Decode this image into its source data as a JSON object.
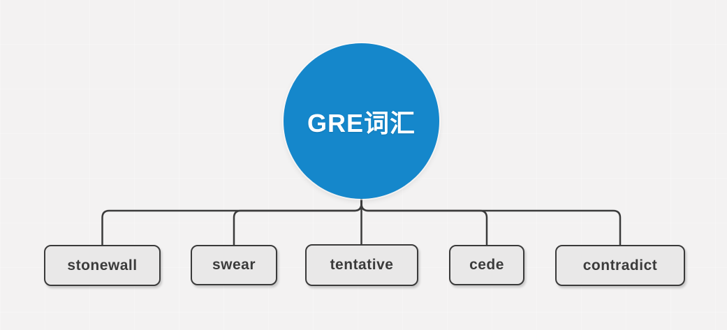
{
  "diagram": {
    "type": "mindmap",
    "root": {
      "label": "GRE词汇"
    },
    "children": [
      {
        "label": "stonewall"
      },
      {
        "label": "swear"
      },
      {
        "label": "tentative"
      },
      {
        "label": "cede"
      },
      {
        "label": "contradict"
      }
    ],
    "colors": {
      "background": "#f3f2f2",
      "root_fill": "#1587cb",
      "root_text": "#ffffff",
      "child_fill": "#e9e8e8",
      "child_border": "#3a3a3a",
      "child_text": "#3b3b3b",
      "connector": "#3b3b3b"
    }
  }
}
